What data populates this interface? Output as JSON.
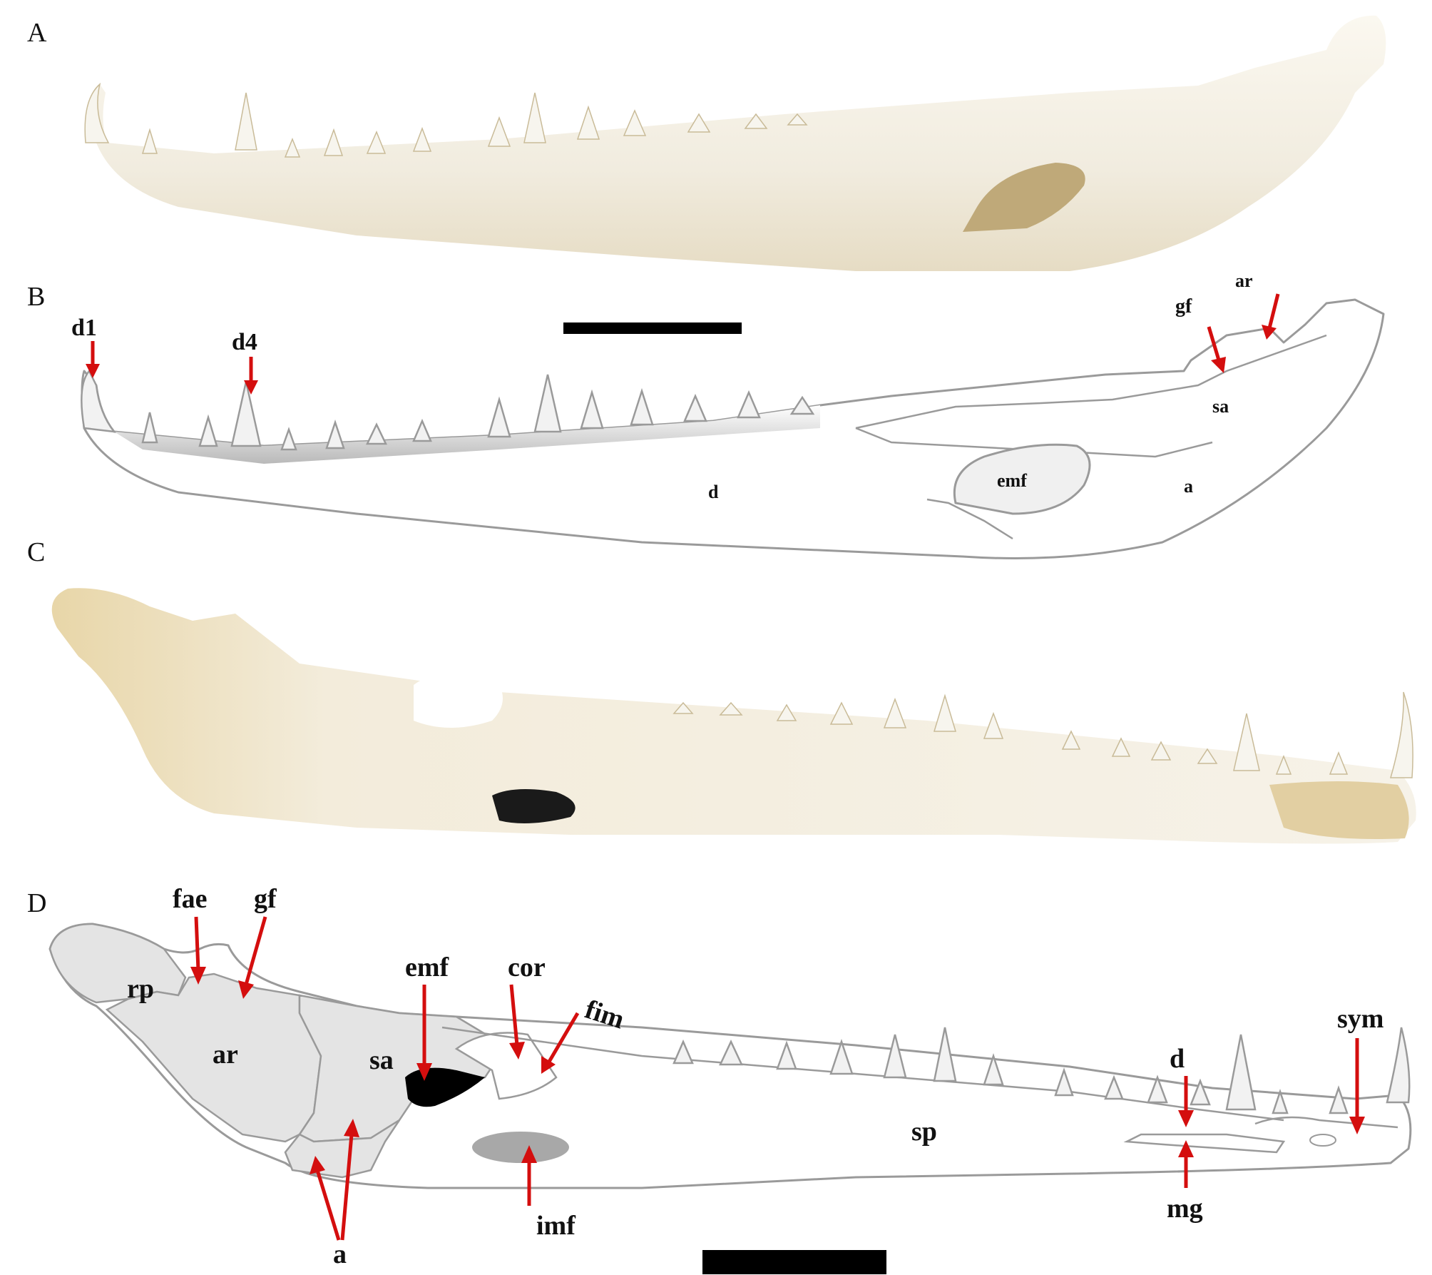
{
  "panels": {
    "A": {
      "letter": "A"
    },
    "B": {
      "letter": "B",
      "labels": {
        "d1": "d1",
        "d4": "d4",
        "gf": "gf",
        "ar": "ar",
        "sa": "sa",
        "d": "d",
        "a": "a",
        "emf": "emf"
      }
    },
    "C": {
      "letter": "C"
    },
    "D": {
      "letter": "D",
      "labels": {
        "fae": "fae",
        "gf": "gf",
        "rp": "rp",
        "ar": "ar",
        "sa": "sa",
        "emf": "emf",
        "cor": "cor",
        "fim": "fim",
        "sym": "sym",
        "d": "d",
        "sp": "sp",
        "mg": "mg",
        "a": "a",
        "imf": "imf"
      }
    }
  },
  "colors": {
    "arrow": "#d40e0e",
    "outline": "#9a9a9a",
    "bone": "#f3efe4",
    "bone_shadow": "#d9c9a2",
    "fill_light": "#e4e4e4",
    "fill_mid": "#a8a8a8",
    "fill_dark": "#000000"
  }
}
